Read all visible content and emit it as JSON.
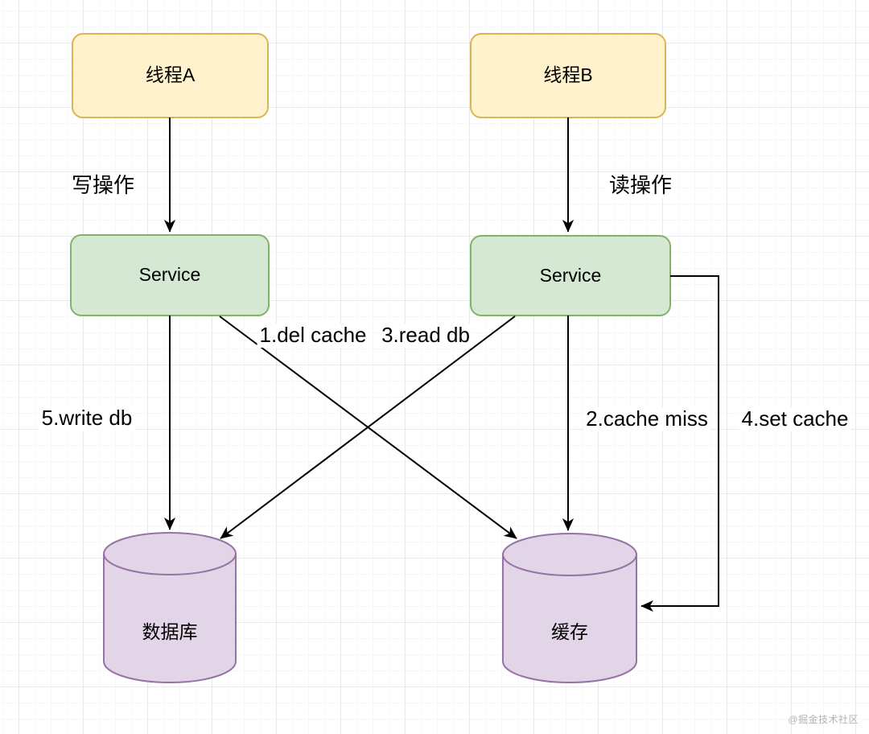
{
  "diagram": {
    "title_hint": "cache and database double-write consistency flow",
    "nodes": {
      "thread_a": {
        "label": "线程A"
      },
      "thread_b": {
        "label": "线程B"
      },
      "service_a": {
        "label": "Service"
      },
      "service_b": {
        "label": "Service"
      },
      "database": {
        "label": "数据库"
      },
      "cache": {
        "label": "缓存"
      }
    },
    "edges": {
      "write_op": {
        "label": "写操作"
      },
      "read_op": {
        "label": "读操作"
      },
      "del_cache": {
        "label": "1.del cache"
      },
      "cache_miss": {
        "label": "2.cache miss"
      },
      "read_db": {
        "label": "3.read db"
      },
      "set_cache": {
        "label": "4.set cache"
      },
      "write_db": {
        "label": "5.write db"
      }
    },
    "colors": {
      "thread_fill": "#fff2cc",
      "thread_stroke": "#d6b656",
      "service_fill": "#d5e8d4",
      "service_stroke": "#82b366",
      "store_fill": "#e1d5e7",
      "store_stroke": "#9673a6",
      "arrow": "#000000"
    },
    "watermark": "@掘金技术社区"
  }
}
